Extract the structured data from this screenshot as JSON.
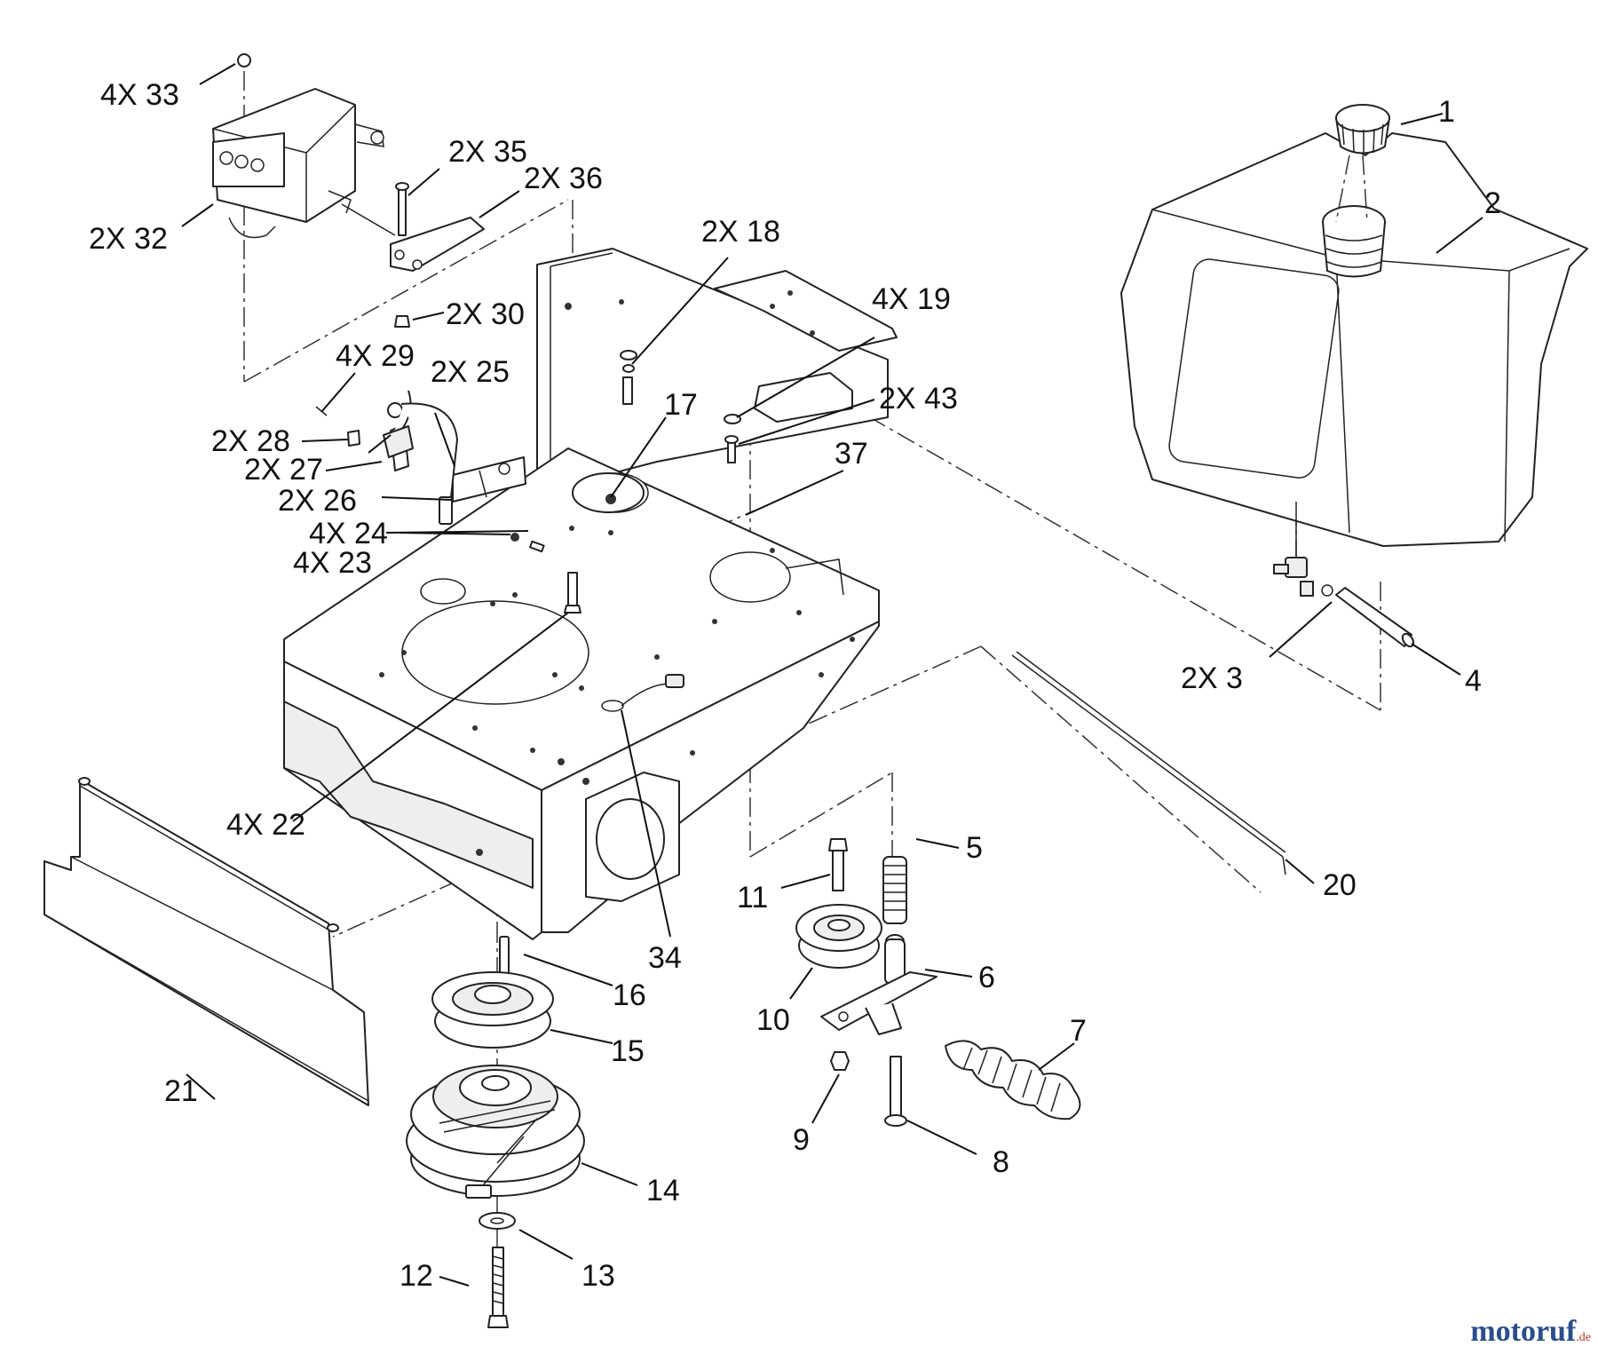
{
  "callouts": [
    {
      "id": "1",
      "label": "1"
    },
    {
      "id": "2",
      "label": "2"
    },
    {
      "id": "3",
      "label": "2X 3"
    },
    {
      "id": "4",
      "label": "4"
    },
    {
      "id": "5",
      "label": "5"
    },
    {
      "id": "6",
      "label": "6"
    },
    {
      "id": "7",
      "label": "7"
    },
    {
      "id": "8",
      "label": "8"
    },
    {
      "id": "9",
      "label": "9"
    },
    {
      "id": "10",
      "label": "10"
    },
    {
      "id": "11",
      "label": "11"
    },
    {
      "id": "12",
      "label": "12"
    },
    {
      "id": "13",
      "label": "13"
    },
    {
      "id": "14",
      "label": "14"
    },
    {
      "id": "15",
      "label": "15"
    },
    {
      "id": "16",
      "label": "16"
    },
    {
      "id": "17",
      "label": "17"
    },
    {
      "id": "18",
      "label": "2X 18"
    },
    {
      "id": "19",
      "label": "4X 19"
    },
    {
      "id": "20",
      "label": "20"
    },
    {
      "id": "21",
      "label": "21"
    },
    {
      "id": "22",
      "label": "4X 22"
    },
    {
      "id": "23",
      "label": "4X 23"
    },
    {
      "id": "24",
      "label": "4X 24"
    },
    {
      "id": "25",
      "label": "2X 25"
    },
    {
      "id": "26",
      "label": "2X 26"
    },
    {
      "id": "27",
      "label": "2X 27"
    },
    {
      "id": "28",
      "label": "2X 28"
    },
    {
      "id": "29",
      "label": "4X 29"
    },
    {
      "id": "30",
      "label": "2X 30"
    },
    {
      "id": "32",
      "label": "2X 32"
    },
    {
      "id": "33",
      "label": "4X 33"
    },
    {
      "id": "34",
      "label": "34"
    },
    {
      "id": "35",
      "label": "2X 35"
    },
    {
      "id": "36",
      "label": "2X 36"
    },
    {
      "id": "37",
      "label": "37"
    },
    {
      "id": "43",
      "label": "2X 43"
    }
  ],
  "watermark": {
    "brand": "motoruf",
    "suffix": ".de"
  }
}
